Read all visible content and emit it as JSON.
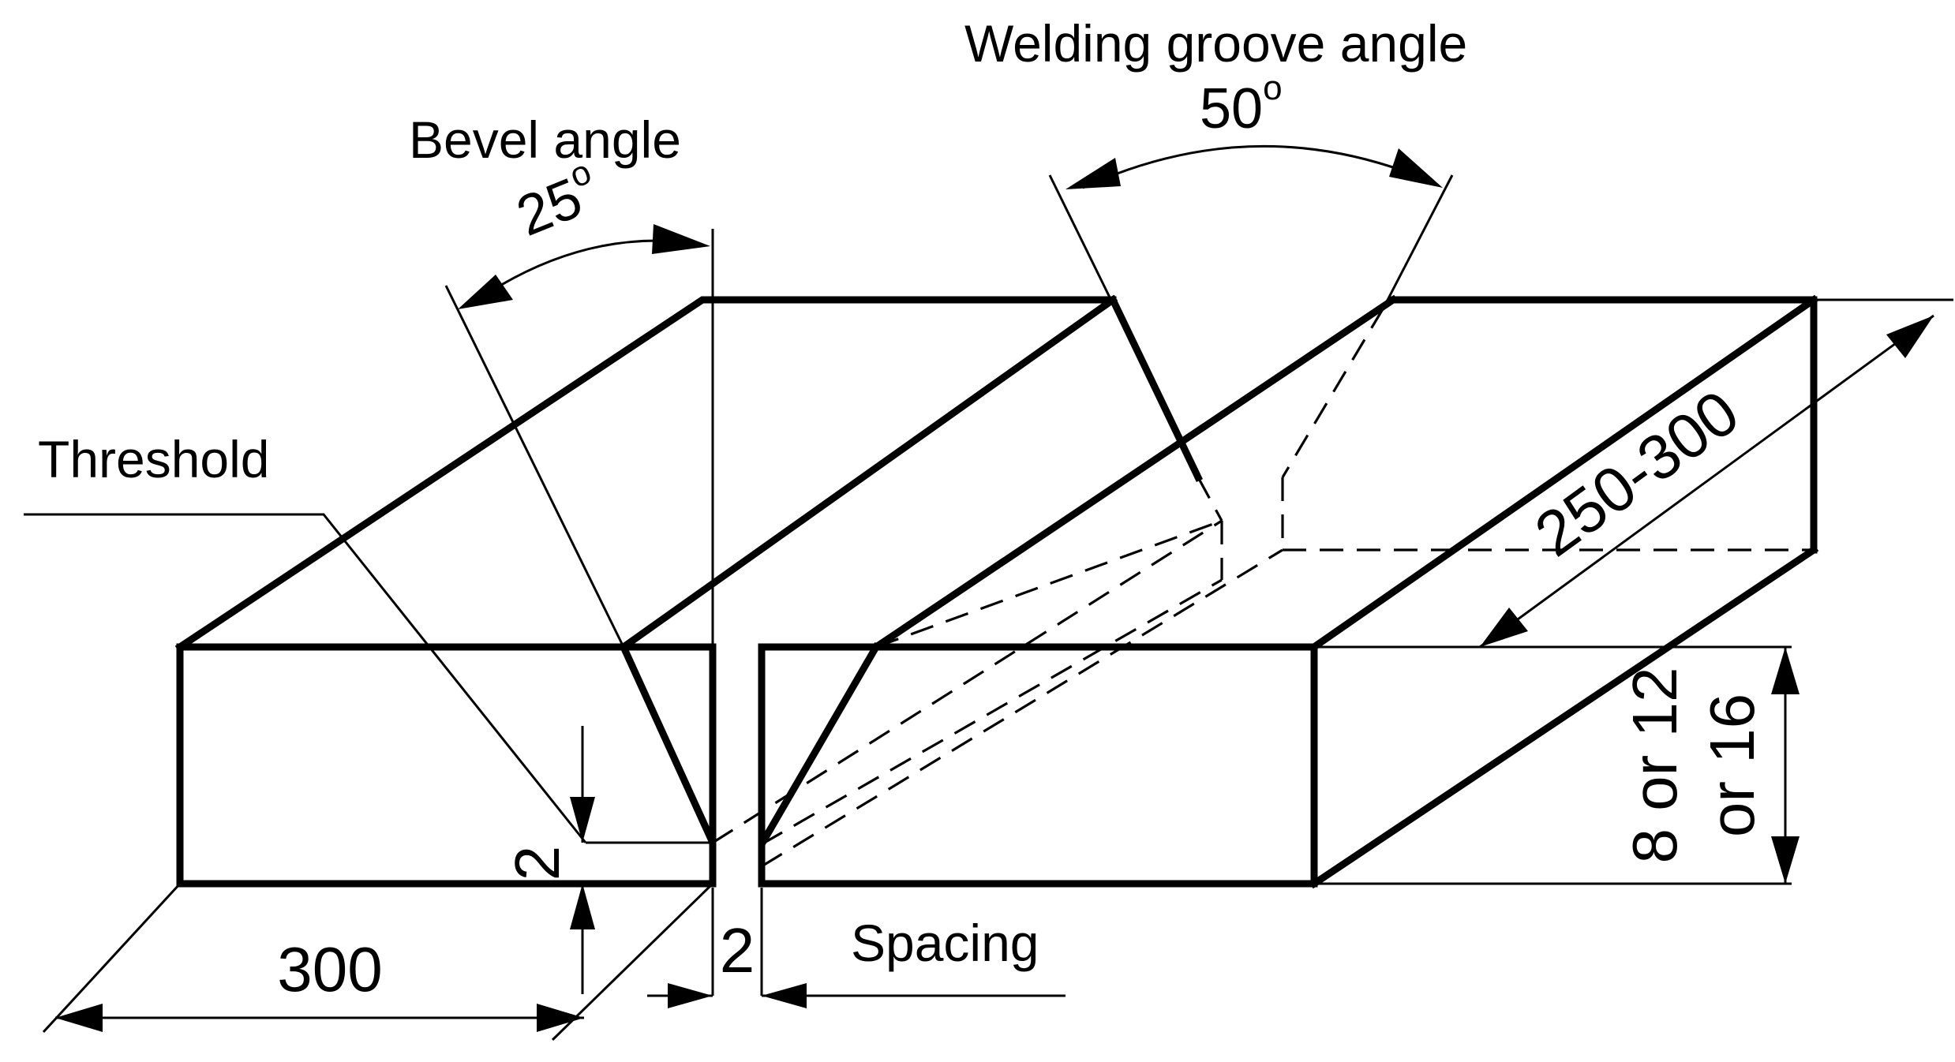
{
  "labels": {
    "welding_groove_angle": "Welding groove angle",
    "bevel_angle": "Bevel angle",
    "threshold": "Threshold",
    "spacing": "Spacing"
  },
  "dimensions": {
    "groove_angle": "50",
    "bevel_angle": "25",
    "degree_symbol": "o",
    "length": "250-300",
    "width": "300",
    "threshold_height": "2",
    "spacing_width": "2",
    "thickness_line1": "8 or 12",
    "thickness_line2": "or 16"
  }
}
